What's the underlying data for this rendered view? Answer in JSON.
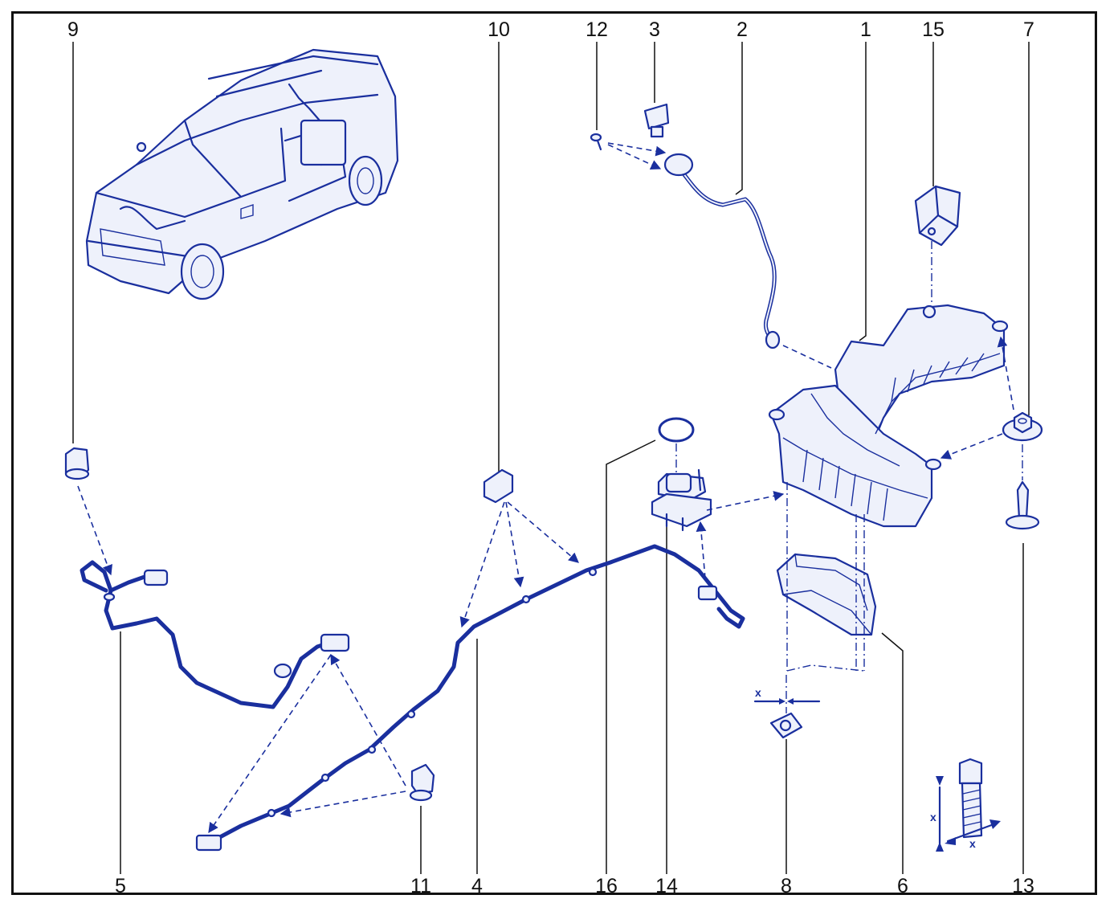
{
  "diagram": {
    "callouts": [
      {
        "id": "1",
        "text": "1"
      },
      {
        "id": "2",
        "text": "2"
      },
      {
        "id": "3",
        "text": "3"
      },
      {
        "id": "4",
        "text": "4"
      },
      {
        "id": "5",
        "text": "5"
      },
      {
        "id": "6",
        "text": "6"
      },
      {
        "id": "7",
        "text": "7"
      },
      {
        "id": "8",
        "text": "8"
      },
      {
        "id": "9",
        "text": "9"
      },
      {
        "id": "10",
        "text": "10"
      },
      {
        "id": "11",
        "text": "11"
      },
      {
        "id": "12",
        "text": "12"
      },
      {
        "id": "13",
        "text": "13"
      },
      {
        "id": "14",
        "text": "14"
      },
      {
        "id": "15",
        "text": "15"
      },
      {
        "id": "16",
        "text": "16"
      }
    ],
    "dimension_labels": {
      "nut_offset": "x",
      "bolt_height": "x",
      "bolt_width": "x"
    },
    "colors": {
      "line_art": "#1a2f9e",
      "fill": "#eef1fb",
      "labels": "#111111"
    }
  }
}
